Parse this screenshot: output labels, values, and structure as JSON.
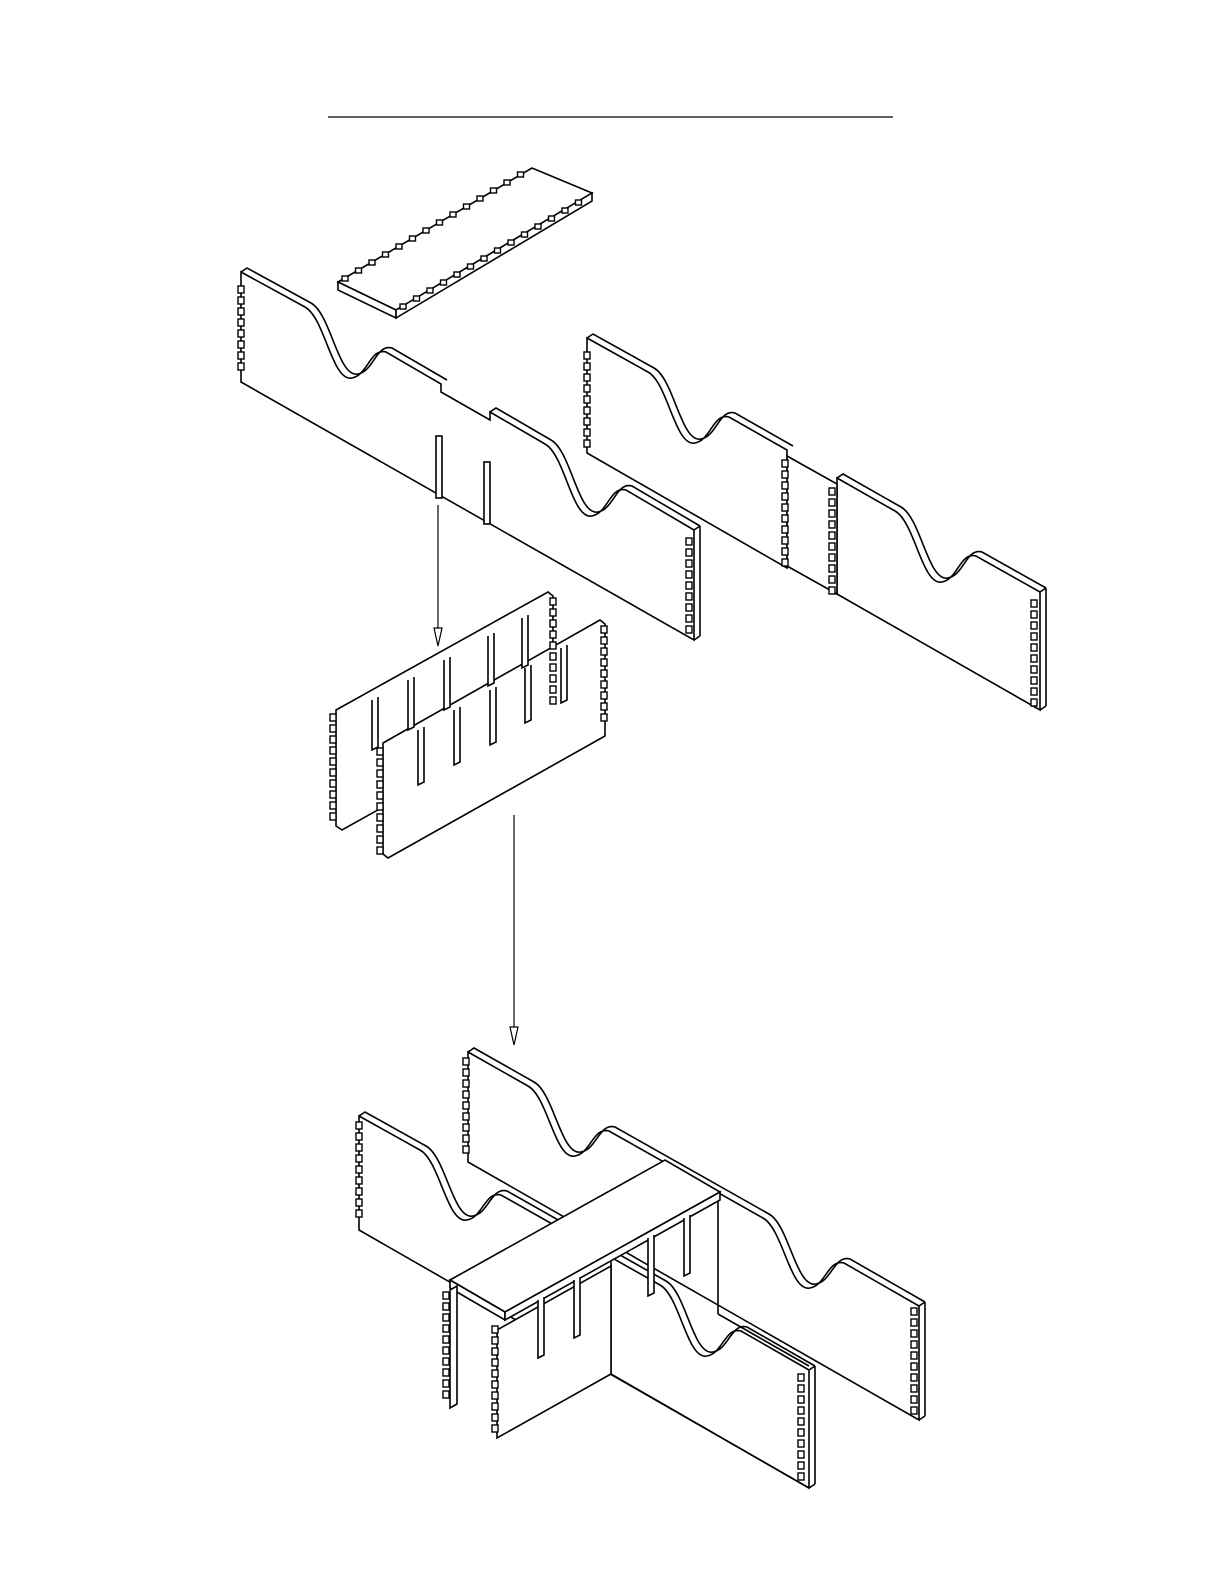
{
  "diagram": {
    "title": "",
    "components": [
      {
        "id": "top-plate",
        "kind": "finger-jointed flat plate"
      },
      {
        "id": "slotted-wave-panel",
        "kind": "wave-profile side panel with two slots"
      },
      {
        "id": "jointed-wave-panel",
        "kind": "wave-profile side panel with central finger joint"
      },
      {
        "id": "divider-pair",
        "kind": "pair of slotted divider panels"
      },
      {
        "id": "assembled-unit",
        "kind": "assembled rack"
      }
    ],
    "arrows": [
      {
        "from": "slotted-wave-panel",
        "to": "divider-pair"
      },
      {
        "from": "divider-pair",
        "to": "assembled-unit"
      }
    ],
    "colors": {
      "stroke": "#000000",
      "background": "#ffffff"
    }
  }
}
